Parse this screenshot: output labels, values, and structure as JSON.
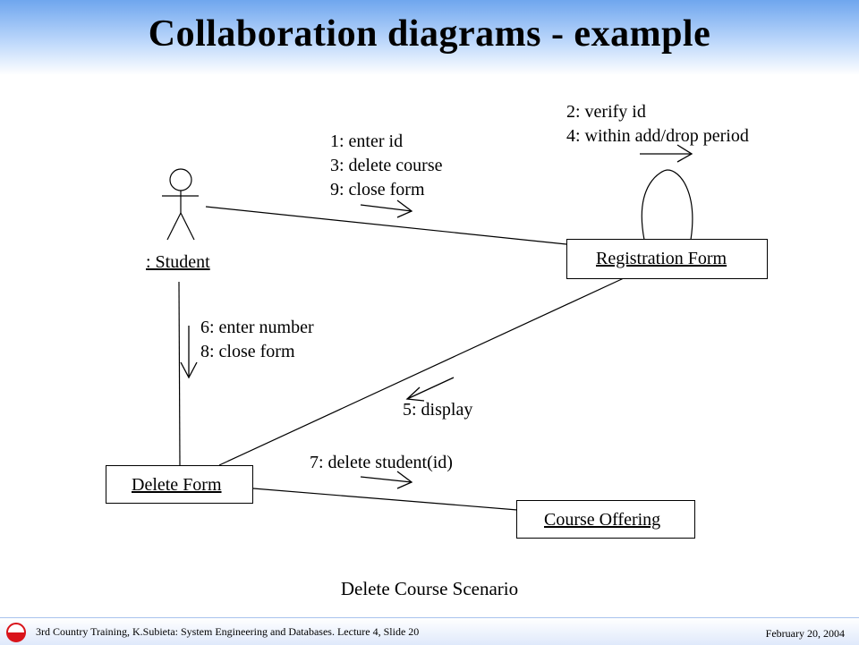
{
  "title": "Collaboration diagrams - example",
  "actor": {
    "label": ": Student"
  },
  "objects": {
    "registration_form": "Registration Form",
    "delete_form": "Delete Form",
    "course_offering": "Course Offering"
  },
  "messages": {
    "student_to_registration": [
      "1: enter id",
      "3: delete course",
      "9: close form"
    ],
    "self_loop": [
      "2: verify id",
      "4: within add/drop period"
    ],
    "student_to_delete": [
      "6: enter number",
      "8: close form"
    ],
    "registration_to_delete": [
      "5: display"
    ],
    "delete_to_course": [
      "7: delete student(id)"
    ]
  },
  "caption": "Delete Course Scenario",
  "footer": {
    "left": "3rd Country Training, K.Subieta: System Engineering and Databases. Lecture 4, Slide 20",
    "right": "February 20, 2004"
  },
  "colors": {
    "header_top": "#6fa6ee",
    "logo_red": "#d9141b"
  }
}
